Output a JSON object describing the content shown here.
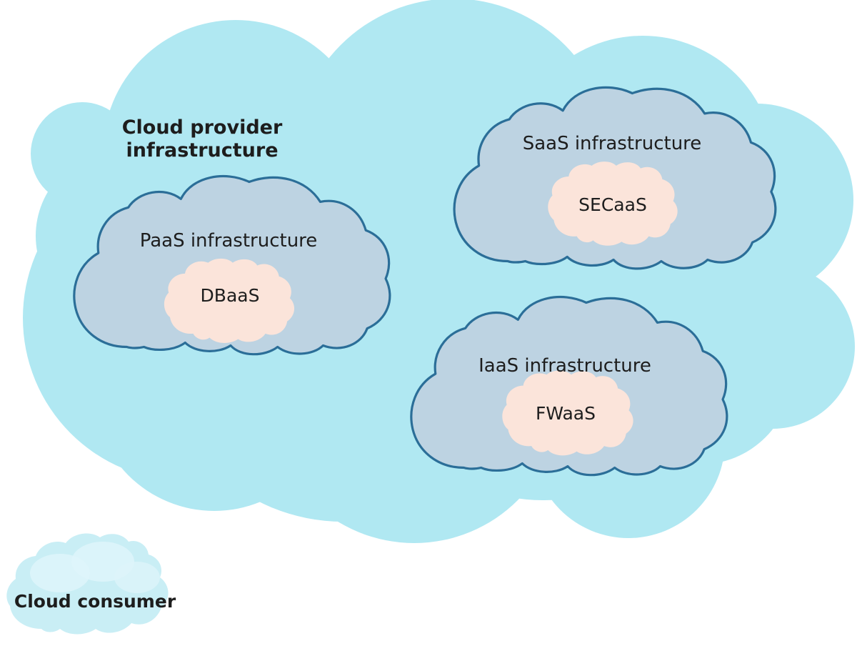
{
  "diagram": {
    "provider": {
      "lines": [
        "Cloud provider",
        "infrastructure"
      ]
    },
    "infrastructures": [
      {
        "id": "paas",
        "label": "PaaS infrastructure",
        "service": "DBaaS"
      },
      {
        "id": "saas",
        "label": "SaaS infrastructure",
        "service": "SECaaS"
      },
      {
        "id": "iaas",
        "label": "IaaS infrastructure",
        "service": "FWaaS"
      }
    ],
    "consumer": {
      "label": "Cloud consumer"
    }
  },
  "colors": {
    "background": "#ffffff",
    "provider_cloud": "#b0e8f2",
    "infra_cloud_fill": "#bdd3e2",
    "infra_cloud_stroke": "#2b6e98",
    "service_cloud_fill": "#fbe4da",
    "consumer_cloud_fill": "#c9eef5",
    "consumer_cloud_highlight": "#def4fa",
    "text": "#1d1d1d"
  }
}
